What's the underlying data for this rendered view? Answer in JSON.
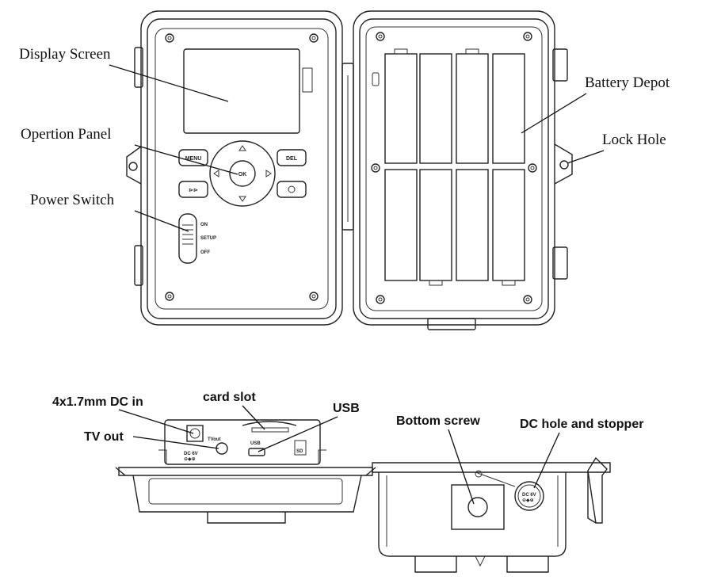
{
  "front_view": {
    "labels": {
      "display_screen": "Display Screen",
      "operation_panel": "Opertion Panel",
      "power_switch": "Power Switch",
      "battery_depot": "Battery Depot",
      "lock_hole": "Lock Hole"
    },
    "buttons": {
      "menu": "MENU",
      "ok": "OK",
      "del": "DEL"
    },
    "switch_positions": [
      "ON",
      "SETUP",
      "OFF"
    ]
  },
  "bottom_view": {
    "labels": {
      "dc_in": "4x1.7mm DC in",
      "card_slot": "card slot",
      "usb": "USB",
      "tv_out": "TV out",
      "bottom_screw": "Bottom screw",
      "dc_hole": "DC hole and stopper"
    },
    "port_marks": {
      "tvout": "TVout",
      "usb": "USB",
      "dc": "DC 6V",
      "sd": "SD",
      "dc_right": "DC 6V"
    }
  }
}
